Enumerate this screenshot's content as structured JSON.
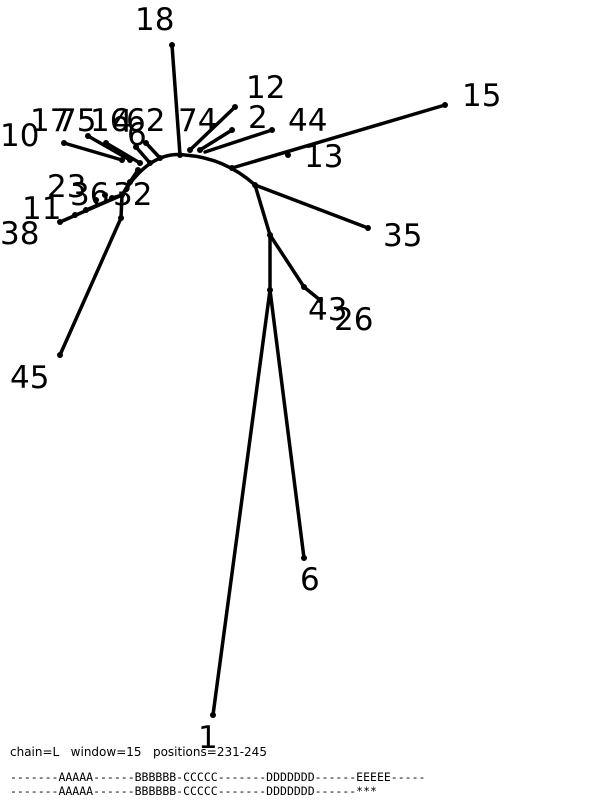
{
  "tree": {
    "leaves": [
      "18",
      "12",
      "15",
      "44",
      "2",
      "74",
      "62",
      "4",
      "6",
      "16",
      "75",
      "17",
      "10",
      "13",
      "35",
      "23",
      "36",
      "32",
      "11",
      "38",
      "45",
      "43",
      "26",
      "6",
      "1"
    ]
  },
  "footer": {
    "params": "chain=L   window=15   positions=231-245",
    "seq_line_1": "-------AAAAA------BBBBBB-CCCCC-------DDDDDDD------EEEEE-----",
    "seq_line_2": "-------AAAAA------BBBBBB-CCCCC-------DDDDDDD------***"
  },
  "colors": {
    "ink": "#000000",
    "background": "#ffffff"
  }
}
